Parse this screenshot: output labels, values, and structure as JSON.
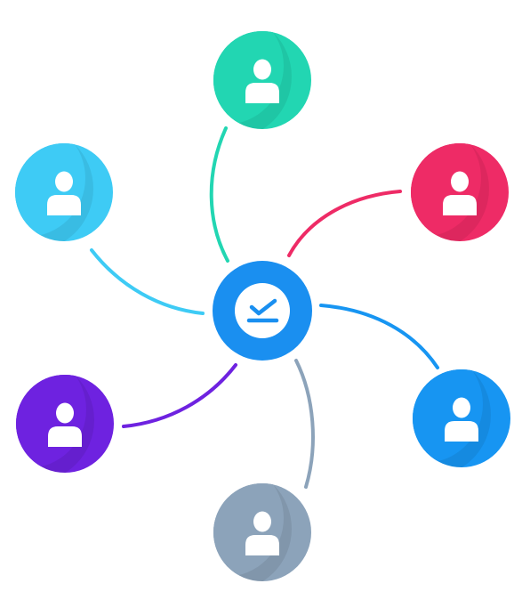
{
  "diagram": {
    "type": "hub-and-spoke network",
    "hub": {
      "name": "hub-node",
      "icon": "checkmark-tray-icon",
      "color": "#1a8ff0"
    },
    "nodes": [
      {
        "name": "node-top",
        "icon": "user-icon",
        "color": "#22d6b2"
      },
      {
        "name": "node-top-left",
        "icon": "user-icon",
        "color": "#3ecbf5"
      },
      {
        "name": "node-top-right",
        "icon": "user-icon",
        "color": "#ee2b66"
      },
      {
        "name": "node-bottom-left",
        "icon": "user-icon",
        "color": "#6e22e0"
      },
      {
        "name": "node-bottom-right",
        "icon": "user-icon",
        "color": "#1795f2"
      },
      {
        "name": "node-bottom",
        "icon": "user-icon",
        "color": "#8ca3ba"
      }
    ]
  }
}
